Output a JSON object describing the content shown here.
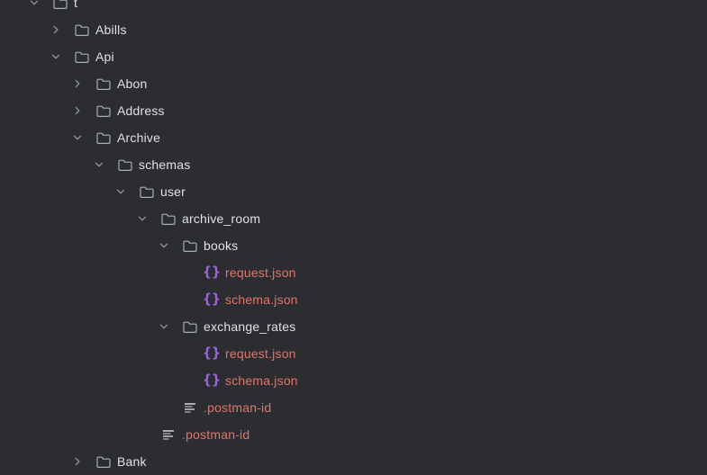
{
  "theme": {
    "background": "#2b2d30",
    "folder_text_color": "#dfe1e5",
    "file_text_color": "#e0756b",
    "json_icon_color": "#9e63e0",
    "icon_color": "#a9adb7",
    "chevron_color": "#8b8f97"
  },
  "tree": {
    "rows": [
      {
        "label": "t",
        "level": 0,
        "kind": "folder",
        "expanded": true,
        "clipped": "top"
      },
      {
        "label": "Abills",
        "level": 1,
        "kind": "folder",
        "expanded": false
      },
      {
        "label": "Api",
        "level": 1,
        "kind": "folder",
        "expanded": true
      },
      {
        "label": "Abon",
        "level": 2,
        "kind": "folder",
        "expanded": false
      },
      {
        "label": "Address",
        "level": 2,
        "kind": "folder",
        "expanded": false
      },
      {
        "label": "Archive",
        "level": 2,
        "kind": "folder",
        "expanded": true
      },
      {
        "label": "schemas",
        "level": 3,
        "kind": "folder",
        "expanded": true
      },
      {
        "label": "user",
        "level": 4,
        "kind": "folder",
        "expanded": true
      },
      {
        "label": "archive_room",
        "level": 5,
        "kind": "folder",
        "expanded": true
      },
      {
        "label": "books",
        "level": 6,
        "kind": "folder",
        "expanded": true
      },
      {
        "label": "request.json",
        "level": 7,
        "kind": "json-file"
      },
      {
        "label": "schema.json",
        "level": 7,
        "kind": "json-file"
      },
      {
        "label": "exchange_rates",
        "level": 6,
        "kind": "folder",
        "expanded": true
      },
      {
        "label": "request.json",
        "level": 7,
        "kind": "json-file"
      },
      {
        "label": "schema.json",
        "level": 7,
        "kind": "json-file"
      },
      {
        "label": ".postman-id",
        "level": 6,
        "kind": "text-file"
      },
      {
        "label": ".postman-id",
        "level": 5,
        "kind": "text-file"
      },
      {
        "label": "Bank",
        "level": 2,
        "kind": "folder",
        "expanded": false,
        "clipped": "bottom"
      }
    ]
  }
}
